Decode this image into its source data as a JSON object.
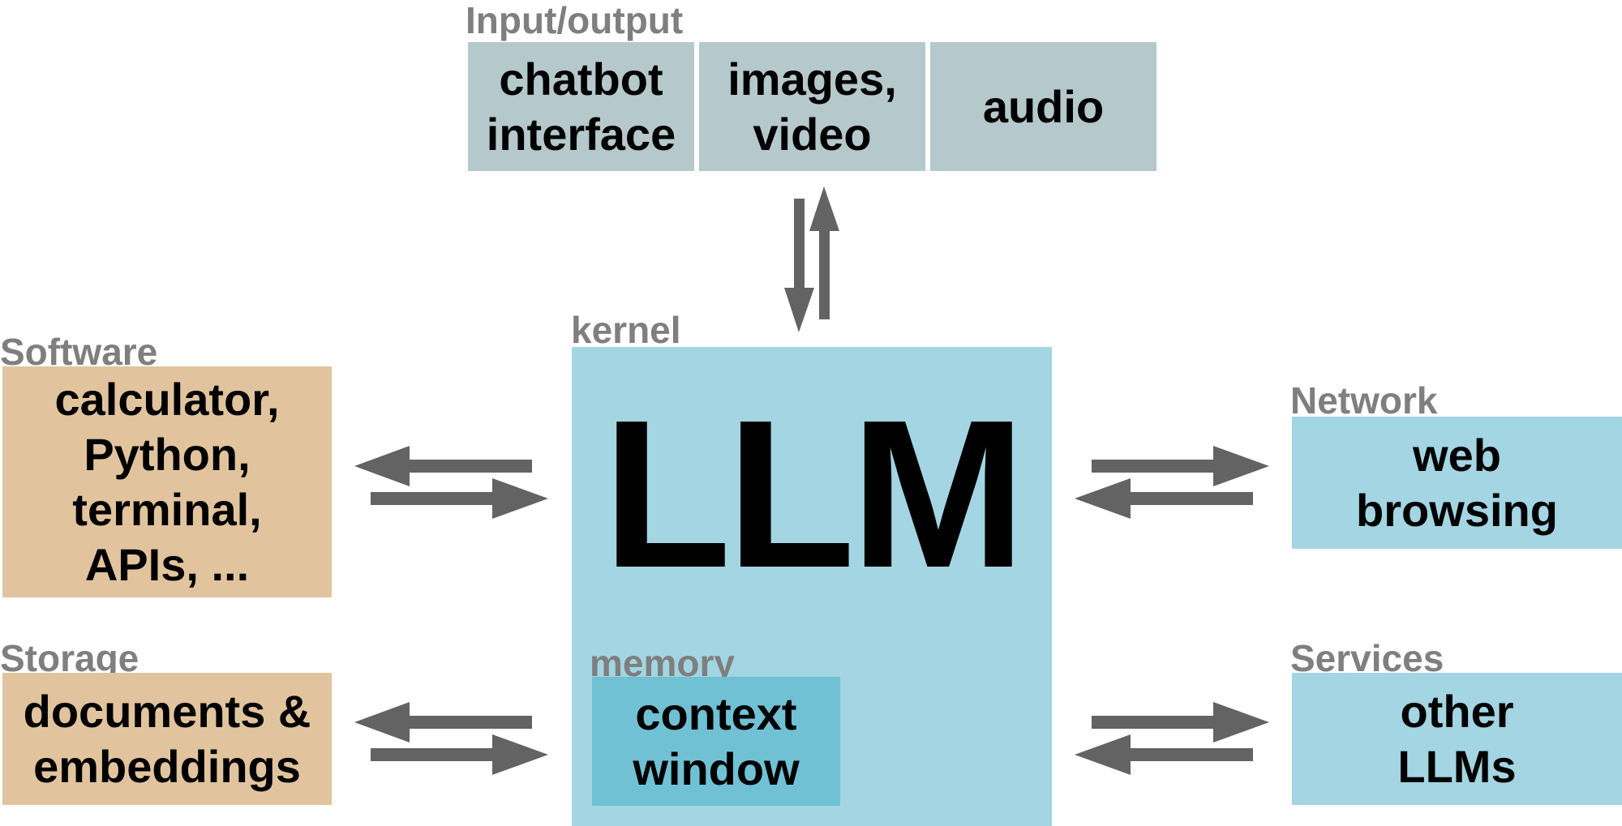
{
  "input_output": {
    "label": "Input/output",
    "items": [
      {
        "text": "chatbot\ninterface"
      },
      {
        "text": "images,\nvideo"
      },
      {
        "text": "audio"
      }
    ]
  },
  "kernel": {
    "label": "kernel",
    "title": "LLM"
  },
  "memory": {
    "label": "memory",
    "text": "context\nwindow"
  },
  "software": {
    "label": "Software",
    "text": "calculator,\nPython,\nterminal,\nAPIs, ..."
  },
  "storage": {
    "label": "Storage",
    "text": "documents &\nembeddings"
  },
  "network": {
    "label": "Network",
    "text": "web\nbrowsing"
  },
  "services": {
    "label": "Services",
    "text": "other\nLLMs"
  },
  "colors": {
    "io_box": "#b5c8cb",
    "tan_box": "#e1c49d",
    "blue_box": "#a3d5e2",
    "context_box": "#70c1d4",
    "arrow": "#636363",
    "section_label": "#7f7f7f"
  }
}
